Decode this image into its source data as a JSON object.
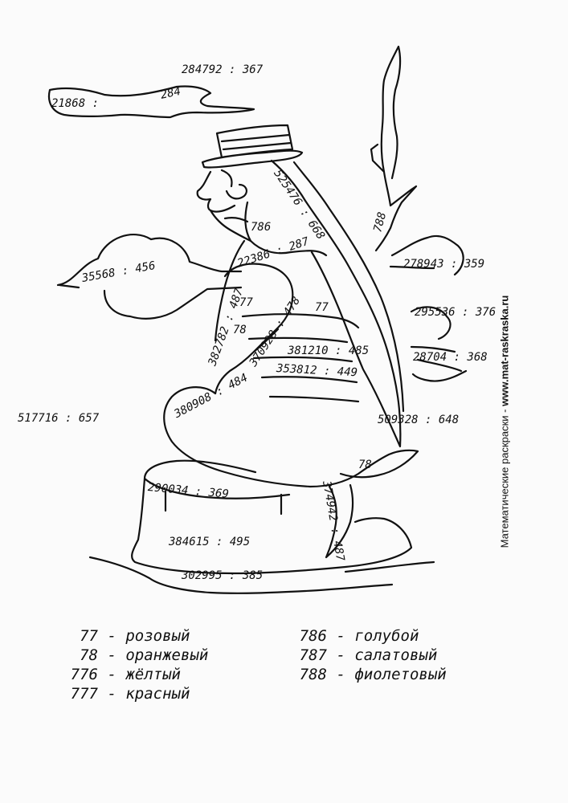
{
  "expressions": {
    "e01": "284792 : 367",
    "e02": "21868 :",
    "e03": "284",
    "e04": "525476 : 668",
    "e05": "786",
    "e06": "788",
    "e07": "35568 : 456",
    "e08": "22386 : 287",
    "e09": "278943 : 359",
    "e10": "382782 : 487",
    "e11": "77",
    "e12": "370928 : 478",
    "e13": "77",
    "e14": "295536 : 376",
    "e15": "78",
    "e16": "381210 : 485",
    "e17": "28704 : 368",
    "e18": "353812 : 449",
    "e19": "380908 : 484",
    "e20": "517716 : 657",
    "e21": "509328 : 648",
    "e22": "78",
    "e23": "290034 : 369",
    "e24": "374942 : 487",
    "e25": "384615 : 495",
    "e26": "302995 : 385"
  },
  "legend": {
    "left": [
      {
        "code": "77",
        "color": "розовый"
      },
      {
        "code": "78",
        "color": "оранжевый"
      },
      {
        "code": "776",
        "color": "жёлтый"
      },
      {
        "code": "777",
        "color": "красный"
      }
    ],
    "right": [
      {
        "code": "786",
        "color": "голубой"
      },
      {
        "code": "787",
        "color": "салатовый"
      },
      {
        "code": "788",
        "color": "фиолетовый"
      }
    ],
    "separator": " - "
  },
  "credit": {
    "site_name": "Математические раскраски",
    "separator": " - ",
    "url": "www.mat-raskraska.ru"
  },
  "colors": {
    "ink": "#111111",
    "paper": "#fbfbfb"
  }
}
